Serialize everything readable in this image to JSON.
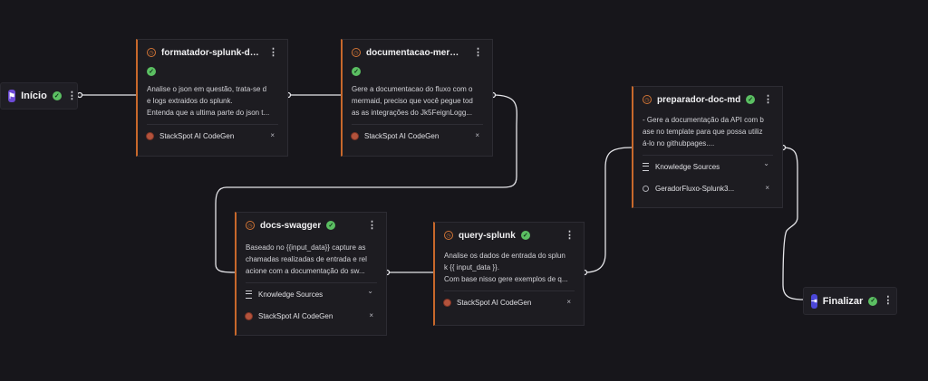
{
  "start_node": {
    "label": "Início",
    "icon": "flag-icon"
  },
  "end_node": {
    "label": "Finalizar",
    "icon": "end-flow-icon"
  },
  "nodes": [
    {
      "title": "formatador-splunk-da...",
      "description": [
        "Analise o json em questão, trata-se d",
        "e logs extraidos do splunk.",
        "Entenda que a ultima parte do json t..."
      ],
      "tools": [
        "StackSpot AI CodeGen"
      ]
    },
    {
      "title": "documentacao-merm...",
      "description": [
        "Gere a documentacao do fluxo com o",
        "mermaid, preciso que você pegue tod",
        "as as integrações do Jk5FeignLogg..."
      ],
      "tools": [
        "StackSpot AI CodeGen"
      ]
    },
    {
      "title": "preparador-doc-md",
      "description": [
        "- Gere a documentação da API com b",
        "ase no template para que possa utiliz",
        "á-lo no githubpages...."
      ],
      "knowledge_label": "Knowledge Sources",
      "knowledge_items": [
        "GeradorFluxo-Splunk3..."
      ]
    },
    {
      "title": "docs-swagger",
      "description": [
        "Baseado no {{input_data}} capture as",
        "chamadas realizadas de entrada e rel",
        "acione com a documentação do sw..."
      ],
      "knowledge_label": "Knowledge Sources",
      "tools": [
        "StackSpot AI CodeGen"
      ]
    },
    {
      "title": "query-splunk",
      "description": [
        "Analise os dados de entrada do splun",
        "k {{ input_data }}.",
        "Com base nisso gere exemplos de q..."
      ],
      "tools": [
        "StackSpot AI CodeGen"
      ]
    }
  ],
  "glyphs": {
    "check": "✓",
    "kebab": "⋮",
    "remove": "×",
    "chevron": "⌄"
  },
  "colors": {
    "background": "#17161b",
    "accent": "#c8682b",
    "success": "#5bbf62",
    "start": "#6c4ad6",
    "end": "#4b47d8"
  }
}
